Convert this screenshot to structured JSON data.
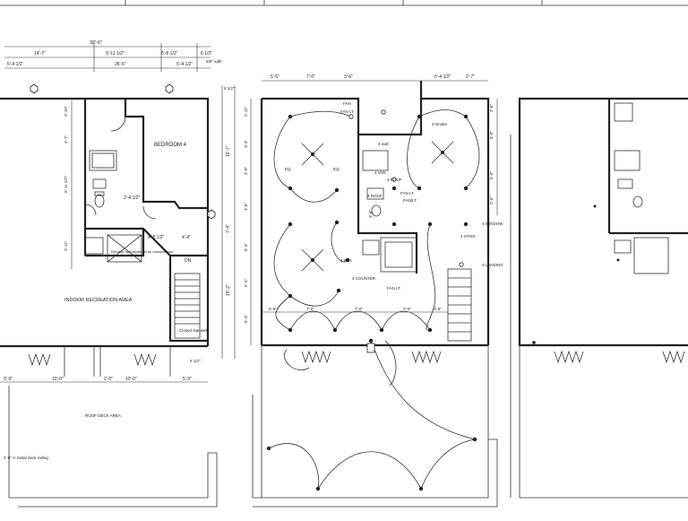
{
  "left_plan": {
    "overall_dim": "30'-6\"",
    "top_dims": [
      "14'-7\"",
      "9'-11 1/2\"",
      "5'-8 1/2\"",
      "6 1/2\""
    ],
    "top_dims_2": [
      "5'-4 1/2\"",
      "26'-6\"",
      "5'-4 1/2\""
    ],
    "siding_note": "5/8\" sdth",
    "room_bedroom": "BEDROOM 4",
    "room_recreation": "INDOOR RECREATION AREA",
    "elevator_note": "Elevator specifications by manufacturer",
    "closet_note": "Closed stairwell",
    "roof_deck": "ROOF DECK AREA",
    "railing_note": "4'-0\" H metal deck railing",
    "hall_dims": [
      "2'-4 1/2\"",
      "4'-8 1/2\"",
      "4'-4\""
    ],
    "bottom_dims": [
      "5'-9\"",
      "10'-0\"",
      "2'-0\"",
      "10'-0\"",
      "5'-9\""
    ],
    "side_dims": [
      "6 1/2\"",
      "16'-7\"",
      "7'-4\"",
      "15'-2\"",
      "6 1/2\""
    ],
    "left_dims": [
      "2'-10\"",
      "4'-1\"",
      "6'-11 1/2\"",
      "2'-11\""
    ],
    "door_label": "DN"
  },
  "middle_plan": {
    "top_dims": [
      "5'-6\"",
      "7'-0\"",
      "3'-6\"",
      "6'-4 1/2\"",
      "2'-7\""
    ],
    "fan_top": "FAN",
    "fan_top_lt": "FAN LT.",
    "smoke": "4 smoke",
    "wall_note": "4 wall",
    "fan_mid": "FAN LT.",
    "fan_mid_2": "FAN/LT.",
    "window": "4 WINDOW",
    "stair": "4 STAIR",
    "landing": "4 LANDING",
    "vanity": "4 VAN",
    "roof1": "4 ROOF",
    "roof2": "4 ROOF",
    "fan_label": "4 FAN",
    "counter": "4 COUNTER",
    "fan_lt_low": "FAN LT.",
    "eq_labels": [
      "EQ.",
      "EQ."
    ],
    "left_dims": [
      "2'-11\"",
      "3'-4\"",
      "3'-0\"",
      "3'-6\"",
      "6'-4\"",
      "5'-4\"",
      "6'-3\""
    ],
    "right_dims": [
      "2'-5\"",
      "6'-0\"",
      "6'-0\"",
      "2'-6\""
    ],
    "bottom_dims": [
      "5'-6\"",
      "7'-0\"",
      "7'-0\"",
      "7'-0\"",
      "3'-6\""
    ],
    "small_dims": [
      "3'-6\""
    ]
  }
}
